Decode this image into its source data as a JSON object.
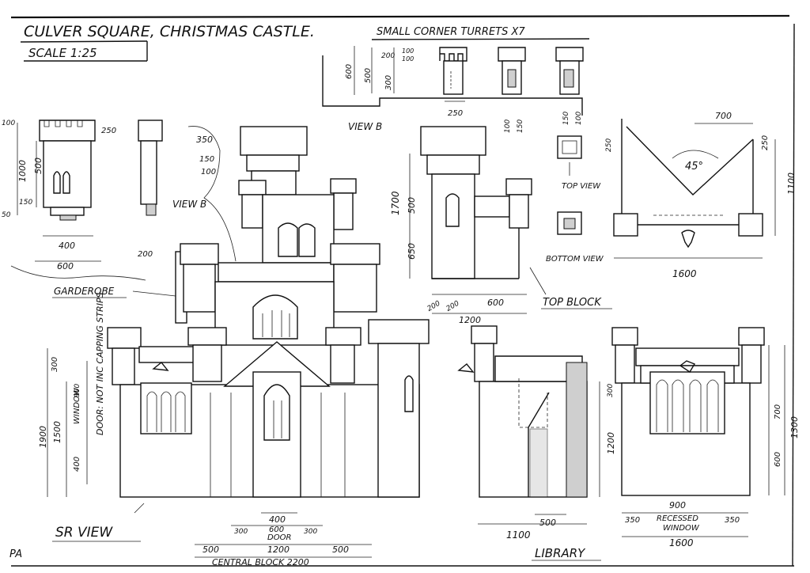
{
  "title": {
    "line1": "CULVER SQUARE, CHRISTMAS CASTLE.",
    "scale": "SCALE 1:25"
  },
  "turrets": {
    "heading": "SMALL CORNER TURRETS X7",
    "dims": {
      "d600": "600",
      "d500": "500",
      "d300": "300",
      "d200": "200",
      "d100a": "100",
      "d100b": "100",
      "d250": "250",
      "d100v": "100",
      "d150v": "150",
      "d150v2": "150",
      "d100v2": "100",
      "d250b": "250"
    },
    "top_view": "TOP VIEW",
    "bottom_view": "BOTTOM VIEW"
  },
  "garderobe": {
    "label": "GARDEROBE",
    "dims": {
      "d100": "100",
      "d1000": "1000",
      "d500": "500",
      "d150": "150",
      "d50": "50",
      "d250": "250",
      "d400": "400",
      "d600": "600",
      "d200": "200"
    }
  },
  "main": {
    "view_b_left": "VIEW B",
    "view_b_right": "VIEW B",
    "dims": {
      "d350": "350",
      "d150": "150",
      "d100": "100"
    }
  },
  "top_block": {
    "label": "TOP BLOCK",
    "dims": {
      "d1700": "1700",
      "d500": "500",
      "d650": "650",
      "d200a": "200",
      "d200b": "200",
      "d600": "600",
      "d1200": "1200"
    }
  },
  "plan": {
    "dims": {
      "d700": "700",
      "d250": "250",
      "d1100": "1100",
      "d1600": "1600"
    },
    "angle": "45°"
  },
  "sr_view": {
    "label": "SR VIEW",
    "side_note": "DOOR: NOT INC CAPPING STRIPS",
    "window_label": "WINDOW",
    "dims": {
      "d300": "300",
      "d1900": "1900",
      "d1500": "1500",
      "d900": "900",
      "d400": "400",
      "w400": "400",
      "w300a": "300",
      "w600": "600",
      "w300b": "300",
      "door": "DOOR",
      "d500a": "500",
      "d1200": "1200",
      "d500b": "500"
    },
    "central_block": "CENTRAL BLOCK 2200"
  },
  "library": {
    "label": "LIBRARY",
    "dims": {
      "d300": "300",
      "d1200": "1200",
      "d500": "500",
      "d1100": "1100",
      "d700": "700",
      "d600": "600",
      "d1300": "1300",
      "d900": "900",
      "d350a": "350",
      "d350b": "350",
      "d1600": "1600"
    },
    "recessed": "RECESSED",
    "window": "WINDOW"
  },
  "signature": "PA"
}
